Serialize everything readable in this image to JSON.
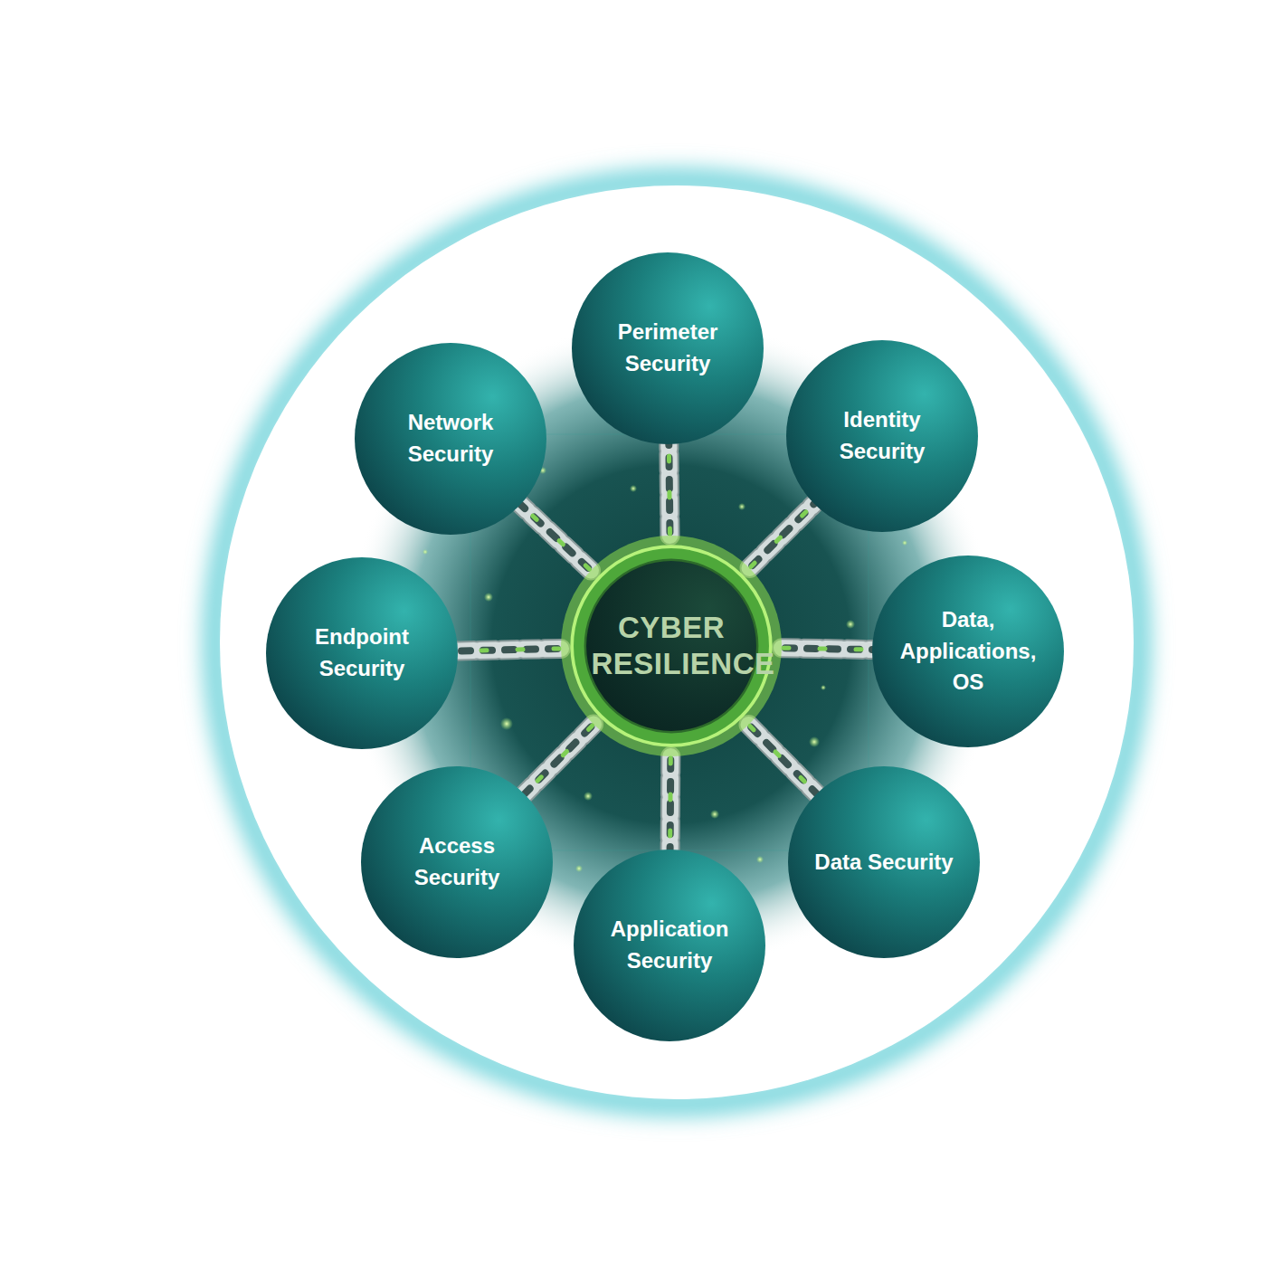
{
  "diagram": {
    "nodes": [
      {
        "text": [
          "CYBER RESILIENCE"
        ]
      },
      {
        "text": [
          "Perimeter Security"
        ]
      },
      {
        "text": [
          "Identity Security"
        ]
      },
      {
        "text": [
          "Data, Applications, OS"
        ]
      },
      {
        "text": [
          "Data Security"
        ]
      },
      {
        "text": [
          "Application Security"
        ]
      },
      {
        "text": [
          "Access Security"
        ]
      },
      {
        "text": [
          "Endpoint Security"
        ]
      },
      {
        "text": [
          "Network Security"
        ]
      }
    ],
    "edges": [
      {
        "from": 0,
        "to": 1,
        "arrow": "none"
      },
      {
        "from": 0,
        "to": 2,
        "arrow": "none"
      },
      {
        "from": 0,
        "to": 3,
        "arrow": "none"
      },
      {
        "from": 0,
        "to": 4,
        "arrow": "none"
      },
      {
        "from": 0,
        "to": 5,
        "arrow": "none"
      },
      {
        "from": 0,
        "to": 6,
        "arrow": "none"
      },
      {
        "from": 0,
        "to": 7,
        "arrow": "none"
      },
      {
        "from": 0,
        "to": 8,
        "arrow": "none"
      }
    ]
  }
}
